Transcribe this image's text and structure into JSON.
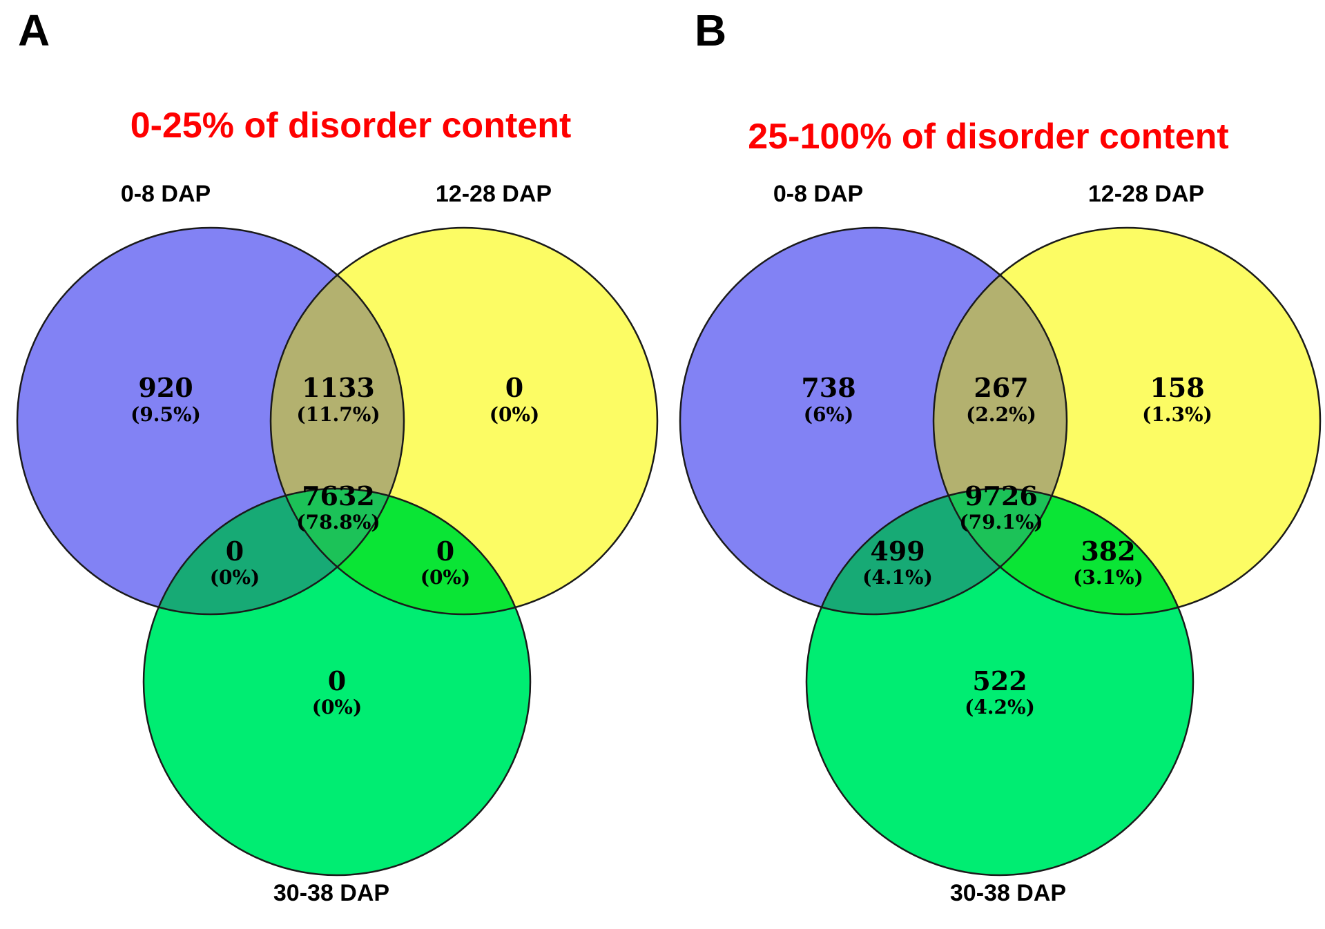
{
  "figure": {
    "colors": {
      "title_red": "#fe0000",
      "text_black": "#000000",
      "set_blue": "#8282f4",
      "set_yellow": "#fcfc64",
      "set_green": "#00ed72",
      "overlap_blue_yellow": "#b3b16f",
      "overlap_blue_green": "#17aa75",
      "overlap_yellow_green": "#0ae535",
      "overlap_center": "#1cc258",
      "circle_outline": "#1a1a1a"
    },
    "panel_a": {
      "letter": "A",
      "title": "0-25% of disorder content",
      "set_labels": {
        "top_left": "0-8 DAP",
        "top_right": "12-28 DAP",
        "bottom": "30-38 DAP"
      },
      "regions": {
        "blue_only": {
          "count": "920",
          "pct": "(9.5%)"
        },
        "blue_yellow": {
          "count": "1133",
          "pct": "(11.7%)"
        },
        "yellow_only": {
          "count": "0",
          "pct": "(0%)"
        },
        "center": {
          "count": "7632",
          "pct": "(78.8%)"
        },
        "blue_green": {
          "count": "0",
          "pct": "(0%)"
        },
        "yellow_green": {
          "count": "0",
          "pct": "(0%)"
        },
        "green_only": {
          "count": "0",
          "pct": "(0%)"
        }
      }
    },
    "panel_b": {
      "letter": "B",
      "title": "25-100% of disorder content",
      "set_labels": {
        "top_left": "0-8 DAP",
        "top_right": "12-28 DAP",
        "bottom": "30-38 DAP"
      },
      "regions": {
        "blue_only": {
          "count": "738",
          "pct": "(6%)"
        },
        "blue_yellow": {
          "count": "267",
          "pct": "(2.2%)"
        },
        "yellow_only": {
          "count": "158",
          "pct": "(1.3%)"
        },
        "center": {
          "count": "9726",
          "pct": "(79.1%)"
        },
        "blue_green": {
          "count": "499",
          "pct": "(4.1%)"
        },
        "yellow_green": {
          "count": "382",
          "pct": "(3.1%)"
        },
        "green_only": {
          "count": "522",
          "pct": "(4.2%)"
        }
      }
    }
  },
  "chart_data": [
    {
      "type": "venn",
      "title": "0-25% of disorder content",
      "sets": [
        "0-8 DAP",
        "12-28 DAP",
        "30-38 DAP"
      ],
      "regions": {
        "0-8 DAP only": {
          "value": 920,
          "pct": 9.5
        },
        "0-8 DAP & 12-28 DAP": {
          "value": 1133,
          "pct": 11.7
        },
        "12-28 DAP only": {
          "value": 0,
          "pct": 0
        },
        "0-8 DAP & 30-38 DAP": {
          "value": 0,
          "pct": 0
        },
        "12-28 DAP & 30-38 DAP": {
          "value": 0,
          "pct": 0
        },
        "0-8 DAP & 12-28 DAP & 30-38 DAP": {
          "value": 7632,
          "pct": 78.8
        },
        "30-38 DAP only": {
          "value": 0,
          "pct": 0
        }
      }
    },
    {
      "type": "venn",
      "title": "25-100% of disorder content",
      "sets": [
        "0-8 DAP",
        "12-28 DAP",
        "30-38 DAP"
      ],
      "regions": {
        "0-8 DAP only": {
          "value": 738,
          "pct": 6.0
        },
        "0-8 DAP & 12-28 DAP": {
          "value": 267,
          "pct": 2.2
        },
        "12-28 DAP only": {
          "value": 158,
          "pct": 1.3
        },
        "0-8 DAP & 30-38 DAP": {
          "value": 499,
          "pct": 4.1
        },
        "12-28 DAP & 30-38 DAP": {
          "value": 382,
          "pct": 3.1
        },
        "0-8 DAP & 12-28 DAP & 30-38 DAP": {
          "value": 9726,
          "pct": 79.1
        },
        "30-38 DAP only": {
          "value": 522,
          "pct": 4.2
        }
      }
    }
  ]
}
